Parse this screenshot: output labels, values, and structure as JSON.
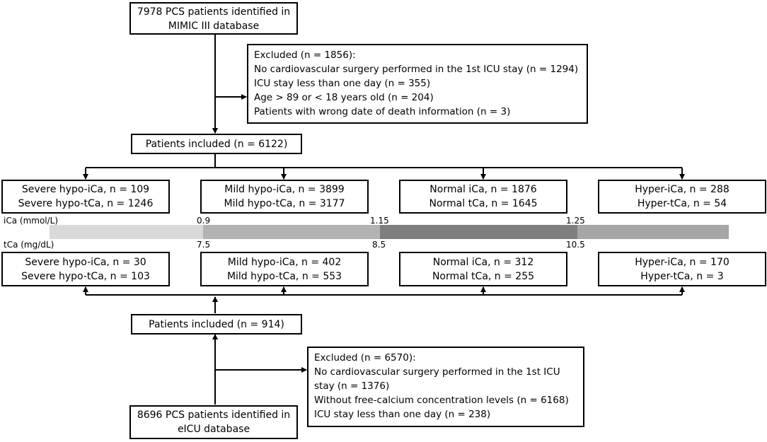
{
  "mimic": {
    "source_lines": [
      "7978 PCS patients identified in",
      "MIMIC III database"
    ],
    "excluded_lines": [
      "Excluded (n = 1856):",
      "No cardiovascular surgery performed in the 1st ICU stay (n = 1294)",
      "ICU stay less than one day (n = 355)",
      "Age > 89 or < 18 years old (n = 204)",
      "Patients with wrong date of death information (n = 3)"
    ],
    "included": "Patients included (n = 6122)",
    "groups": [
      {
        "ica": "Severe hypo-iCa, n = 109",
        "tca": "Severe hypo-tCa, n = 1246"
      },
      {
        "ica": "Mild hypo-iCa, n = 3899",
        "tca": "Mild hypo-tCa, n = 3177"
      },
      {
        "ica": "Normal iCa, n = 1876",
        "tca": "Normal tCa, n = 1645"
      },
      {
        "ica": "Hyper-iCa, n = 288",
        "tca": "Hyper-tCa, n = 54"
      }
    ]
  },
  "scale": {
    "ica_label": "iCa (mmol/L)",
    "tca_label": "tCa (mg/dL)",
    "ica_cutoffs": [
      "0.9",
      "1.15",
      "1.25"
    ],
    "tca_cutoffs": [
      "7.5",
      "8.5",
      "10.5"
    ],
    "segment_colors": [
      "#d9d9d9",
      "#b3b3b3",
      "#7f7f7f",
      "#a6a6a6"
    ]
  },
  "eicu": {
    "groups": [
      {
        "ica": "Severe hypo-iCa, n = 30",
        "tca": "Severe hypo-tCa, n = 103"
      },
      {
        "ica": "Mild hypo-iCa, n = 402",
        "tca": "Mild hypo-tCa, n = 553"
      },
      {
        "ica": "Normal iCa, n = 312",
        "tca": "Normal tCa, n = 255"
      },
      {
        "ica": "Hyper-iCa, n = 170",
        "tca": "Hyper-tCa, n = 3"
      }
    ],
    "included": "Patients included (n = 914)",
    "excluded_lines": [
      "Excluded (n = 6570):",
      "No cardiovascular surgery performed in the 1st ICU",
      "stay (n = 1376)",
      "Without free-calcium concentration levels (n = 6168)",
      "ICU stay less than one day (n = 238)"
    ],
    "source_lines": [
      "8696 PCS patients identified in",
      "eICU database"
    ]
  }
}
